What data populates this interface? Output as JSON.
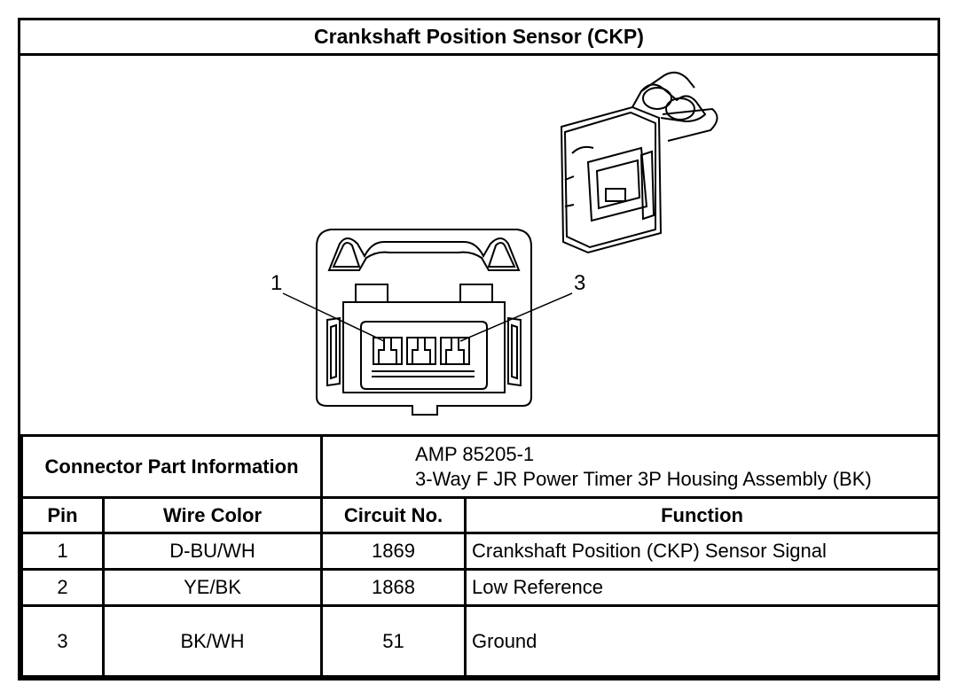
{
  "title": "Crankshaft Position Sensor (CKP)",
  "diagram": {
    "pin_labels": [
      "1",
      "3"
    ]
  },
  "connector_info": {
    "label": "Connector Part Information",
    "part_number": "AMP 85205-1",
    "description": "3-Way F JR Power Timer 3P Housing Assembly (BK)"
  },
  "table": {
    "headers": [
      "Pin",
      "Wire Color",
      "Circuit No.",
      "Function"
    ],
    "rows": [
      {
        "pin": "1",
        "wire_color": "D-BU/WH",
        "circuit": "1869",
        "function": "Crankshaft Position (CKP) Sensor Signal"
      },
      {
        "pin": "2",
        "wire_color": "YE/BK",
        "circuit": "1868",
        "function": "Low Reference"
      },
      {
        "pin": "3",
        "wire_color": "BK/WH",
        "circuit": "51",
        "function": "Ground"
      }
    ]
  }
}
